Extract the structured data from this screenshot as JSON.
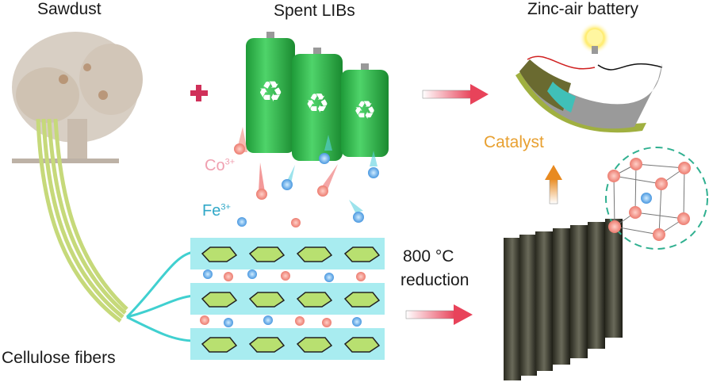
{
  "labels": {
    "sawdust": "Sawdust",
    "spent_libs": "Spent LIBs",
    "zinc_air": "Zinc-air battery",
    "catalyst": "Catalyst",
    "cellulose": "Cellulose fibers",
    "co_ion": "Co",
    "co_charge": "3+",
    "fe_ion": "Fe",
    "fe_charge": "3+",
    "temp": "800 °C",
    "reduction": "reduction"
  },
  "colors": {
    "co": "#f08a80",
    "fe": "#5aa8e6",
    "cellulose_band": "#a8ecf0",
    "battery_green": "#2fb84a",
    "arrow_red": "#e8435a",
    "catalyst_orange": "#e8a030",
    "fiber_green": "#c8dc7a"
  }
}
